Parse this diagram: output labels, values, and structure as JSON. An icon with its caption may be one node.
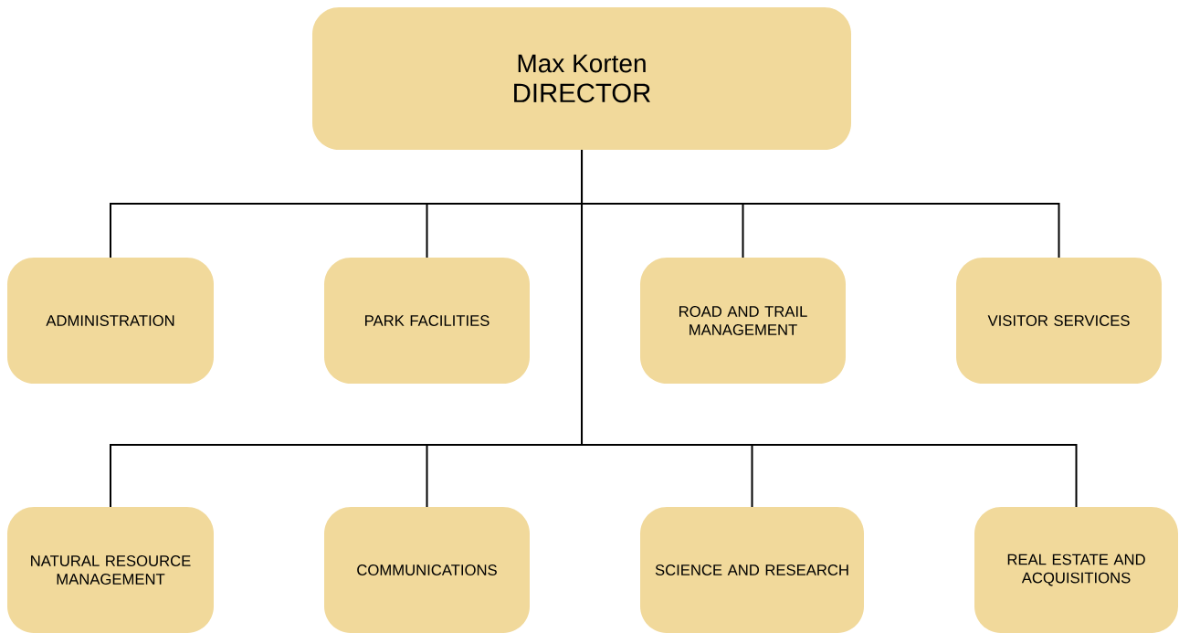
{
  "diagram": {
    "nodes": [
      {
        "text": [
          "Max Korten",
          "DIRECTOR"
        ]
      },
      {
        "text": [
          "ADMINISTRATION"
        ]
      },
      {
        "text": [
          "PARK FACILITIES"
        ]
      },
      {
        "text": [
          "ROAD AND TRAIL MANAGEMENT"
        ]
      },
      {
        "text": [
          "VISITOR SERVICES"
        ]
      },
      {
        "text": [
          "NATURAL RESOURCE MANAGEMENT"
        ]
      },
      {
        "text": [
          "COMMUNICATIONS"
        ]
      },
      {
        "text": [
          "SCIENCE AND RESEARCH"
        ]
      },
      {
        "text": [
          "REAL ESTATE AND ACQUISITIONS"
        ]
      }
    ],
    "edges": [
      {
        "from": 0,
        "to": 1,
        "arrow": "none"
      },
      {
        "from": 0,
        "to": 2,
        "arrow": "none"
      },
      {
        "from": 0,
        "to": 3,
        "arrow": "none"
      },
      {
        "from": 0,
        "to": 4,
        "arrow": "none"
      },
      {
        "from": 0,
        "to": 5,
        "arrow": "none"
      },
      {
        "from": 0,
        "to": 6,
        "arrow": "none"
      },
      {
        "from": 0,
        "to": 7,
        "arrow": "none"
      },
      {
        "from": 0,
        "to": 8,
        "arrow": "none"
      }
    ]
  }
}
